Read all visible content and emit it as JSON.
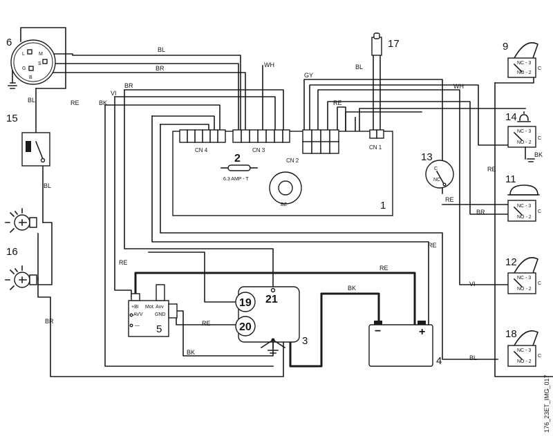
{
  "wires": {
    "bl_top": "BL",
    "br_top": "BR",
    "wh_top": "WH",
    "gy": "GY",
    "bl_cn1": "BL",
    "wh_right": "WH",
    "vi": "VI",
    "br_left": "BR",
    "bk_left": "BK",
    "re_left": "RE",
    "bl_left": "BL",
    "bl_15": "BL",
    "re_cn2": "RE",
    "re_right": "RE",
    "re_13": "RE",
    "br_11": "BR",
    "bk_14": "BK",
    "re_center": "RE",
    "re_batt": "RE",
    "bk_batt": "BK",
    "re_5": "RE",
    "re_20": "RE",
    "bk_5": "BK",
    "vi_12": "VI",
    "bl_18": "BL",
    "br_bottom": "BR"
  },
  "components": {
    "c1": "1",
    "c2": "2",
    "c3": "3",
    "c4": "4",
    "c5": "5",
    "c6": "6",
    "c9": "9",
    "c11": "11",
    "c12": "12",
    "c13": "13",
    "c14": "14",
    "c15": "15",
    "c16": "16",
    "c17": "17",
    "c18": "18",
    "c19": "19",
    "c20": "20",
    "c21": "21"
  },
  "connectors": {
    "cn1": "CN 1",
    "cn2": "CN 2",
    "cn3": "CN 3",
    "cn4": "CN 4"
  },
  "fuse_label": "6.3 AMP - T",
  "buzzer_label": "BZ",
  "key_switch": {
    "l": "L",
    "m": "M",
    "s": "S",
    "g": "G",
    "b": "B"
  },
  "microswitch": {
    "nc": "NC - 3",
    "no": "NO - 2",
    "c": "C"
  },
  "sensor": {
    "c": "C",
    "nc": "NC"
  },
  "module5": {
    "bi": "+BI",
    "motavv": "Mot. Avv",
    "avv": "AVV",
    "gnd": "GND",
    "minus": "—"
  },
  "battery": {
    "minus": "−",
    "plus": "+"
  },
  "image_code": "176_23ET_IMG_017"
}
